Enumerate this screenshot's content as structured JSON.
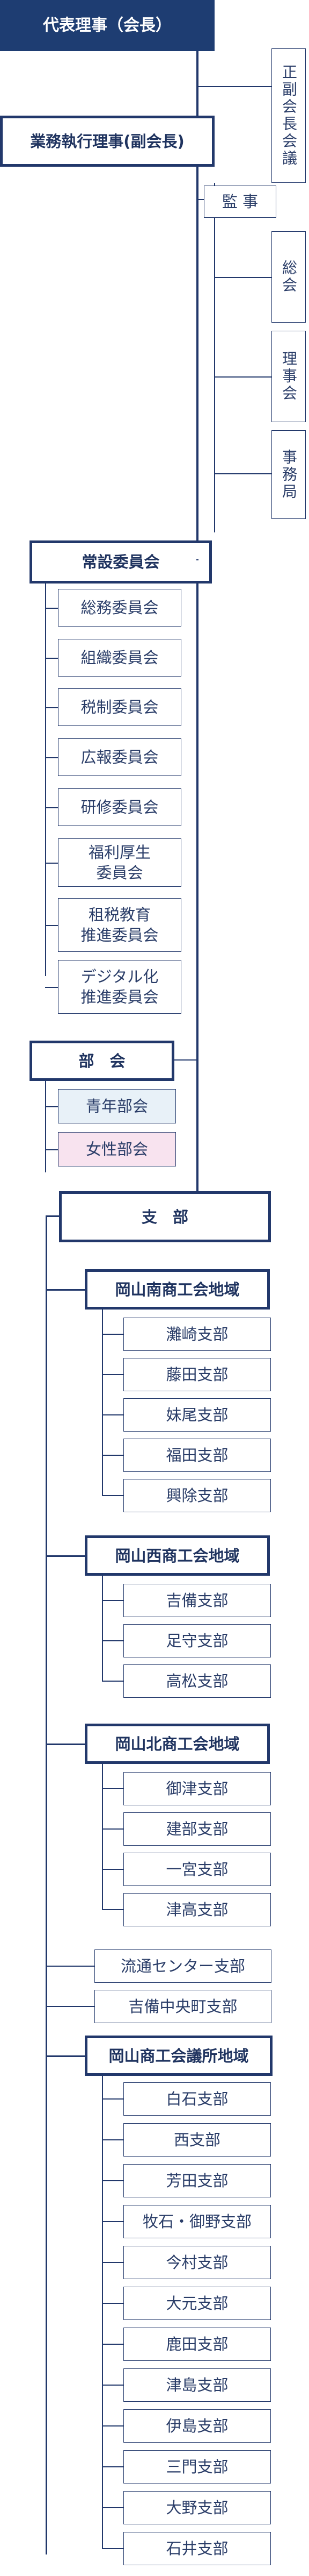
{
  "top": "代表理事（会長）",
  "executive": "業務執行理事(副会長)",
  "side_units": [
    "正副会長会議",
    "監 事",
    "総会",
    "理事会",
    "事務局"
  ],
  "standing_committee": {
    "title": "常設委員会",
    "items": [
      "総務委員会",
      "組織委員会",
      "税制委員会",
      "広報委員会",
      "研修委員会",
      "福利厚生\n委員会",
      "租税教育\n推進委員会",
      "デジタル化\n推進委員会"
    ]
  },
  "bukai": {
    "title": "部　会",
    "items": [
      "青年部会",
      "女性部会"
    ]
  },
  "shibu": {
    "title": "支　部",
    "regions": [
      {
        "name": "岡山南商工会地域",
        "branches": [
          "灘崎支部",
          "藤田支部",
          "妹尾支部",
          "福田支部",
          "興除支部"
        ]
      },
      {
        "name": "岡山西商工会地域",
        "branches": [
          "吉備支部",
          "足守支部",
          "高松支部"
        ]
      },
      {
        "name": "岡山北商工会地域",
        "branches": [
          "御津支部",
          "建部支部",
          "一宮支部",
          "津高支部"
        ]
      }
    ],
    "direct_branches": [
      "流通センター支部",
      "吉備中央町支部"
    ],
    "city_region": {
      "name": "岡山商工会議所地域",
      "branches": [
        "白石支部",
        "西支部",
        "芳田支部",
        "牧石・御野支部",
        "今村支部",
        "大元支部",
        "鹿田支部",
        "津島支部",
        "伊島支部",
        "三門支部",
        "大野支部",
        "石井支部"
      ]
    }
  }
}
